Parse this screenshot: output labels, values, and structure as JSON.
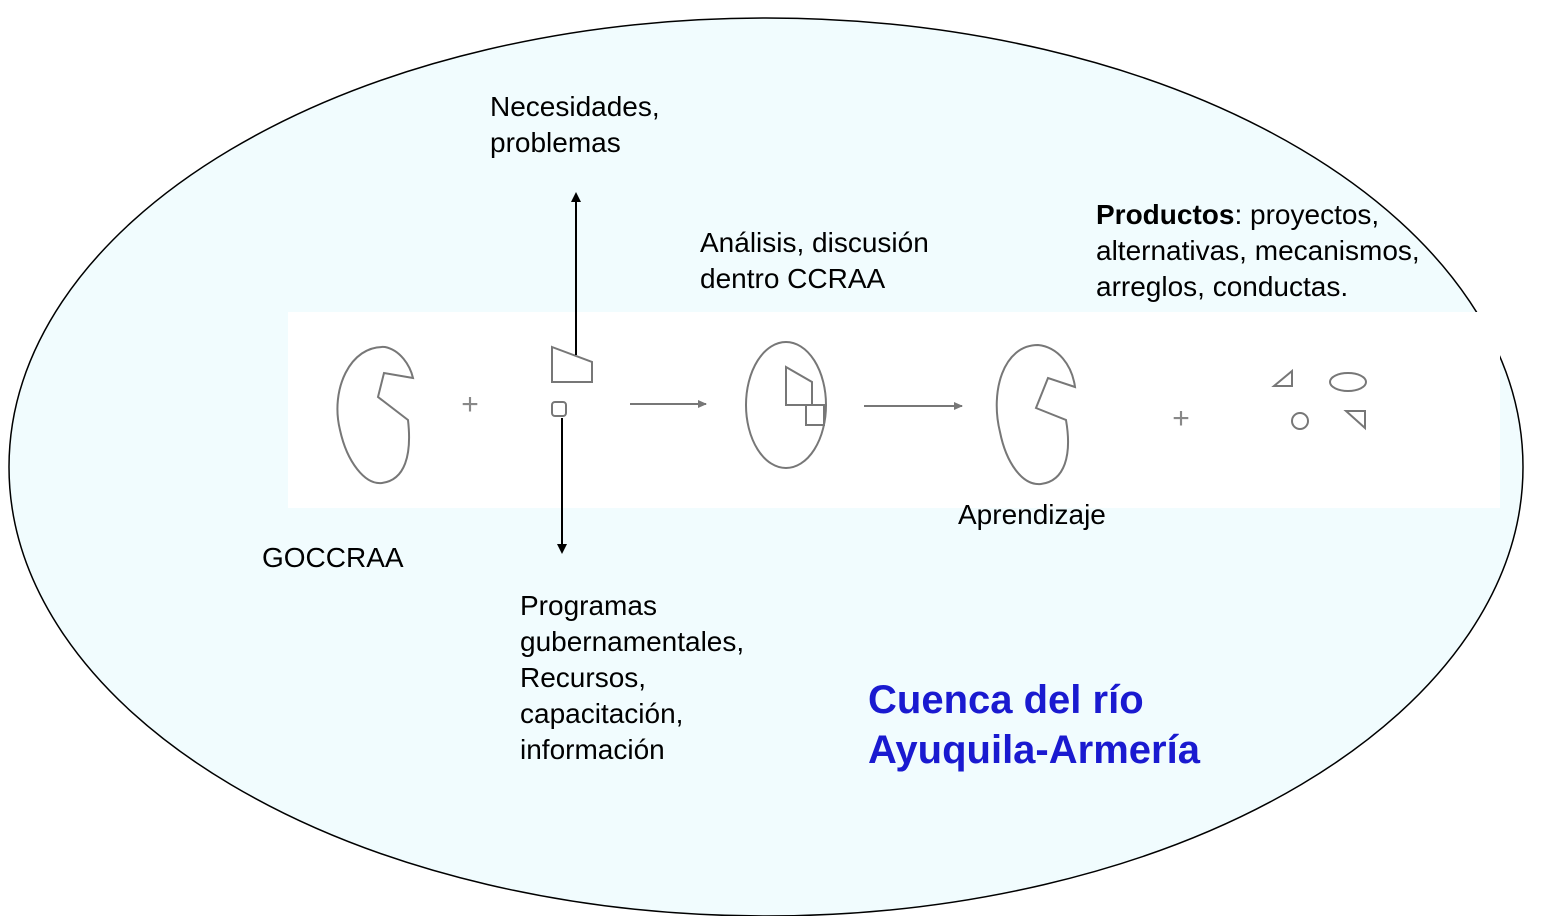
{
  "diagram": {
    "colors": {
      "ellipse_fill": "#f1fcfe",
      "ellipse_stroke": "#000000",
      "panel_fill": "#ffffff",
      "shape_stroke": "#777777",
      "arrow_color": "#000000",
      "basin_text": "#1a1ad0"
    },
    "labels": {
      "necesidades": "Necesidades,\nproblemas",
      "analisis": "Análisis, discusión\ndentro CCRAA",
      "productos_bold": "Productos",
      "productos_line1_rest": ": proyectos,",
      "productos_line2": "alternativas, mecanismos,",
      "productos_line3": "arreglos, conductas.",
      "goccraa": "GOCCRAA",
      "aprendizaje": "Aprendizaje",
      "programas": "Programas\ngubernamentales,\nRecursos,\ncapacitación,\ninformación",
      "basin": "Cuenca del río\nAyuquila-Armería"
    },
    "symbols": {
      "plus": "+"
    }
  }
}
